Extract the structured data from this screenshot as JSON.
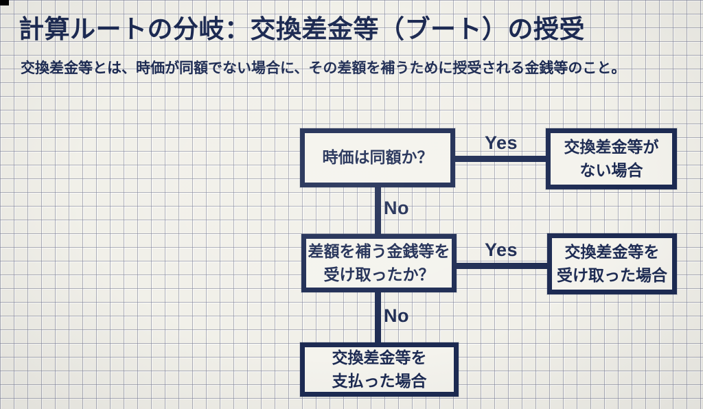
{
  "header": {
    "title": "計算ルートの分岐：交換差金等（ブート）の授受",
    "subtitle": "交換差金等とは、時価が同額でない場合に、その差額を補うために授受される金銭等のこと。"
  },
  "flowchart": {
    "nodes": {
      "decision1": {
        "text": "時価は同額か？"
      },
      "result_no_boot": {
        "text": "交換差金等が\nない場合"
      },
      "decision2": {
        "text": "差額を補う金銭等を\n受け取ったか？"
      },
      "result_received": {
        "text": "交換差金等を\n受け取った場合"
      },
      "result_paid": {
        "text": "交換差金等を\n支払った場合"
      }
    },
    "edges": {
      "d1_yes": "Yes",
      "d1_no": "No",
      "d2_yes": "Yes",
      "d2_no": "No"
    }
  },
  "colors": {
    "ink_navy": "#1c2a52",
    "paper": "#f1f0e9",
    "grid_line": "#8f92a6"
  }
}
